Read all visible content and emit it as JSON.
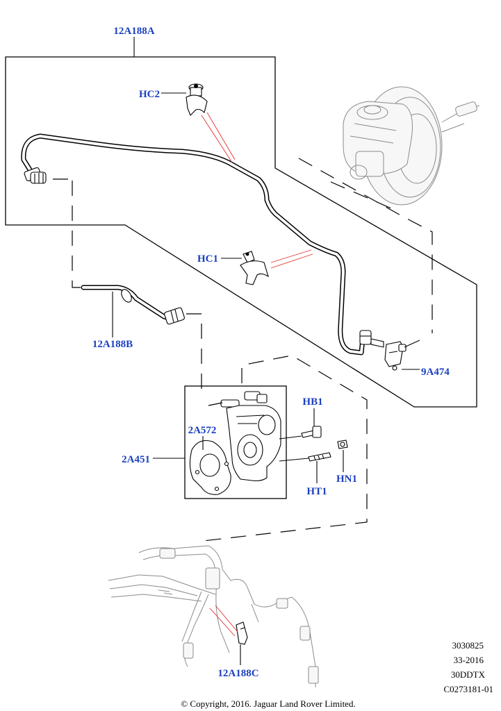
{
  "callouts": {
    "main_hose_assembly": "12A188A",
    "clip_hc2": "HC2",
    "clip_hc1": "HC1",
    "secondary_hose": "12A188B",
    "sensor": "9A474",
    "bolt_hb1": "HB1",
    "gasket": "2A572",
    "vacuum_pump": "2A451",
    "stud_ht1": "HT1",
    "nut_hn1": "HN1",
    "harness_clip": "12A188C"
  },
  "reference": {
    "line1": "3030825",
    "line2": "33-2016",
    "line3": "30DDTX",
    "line4": "C0273181-01"
  },
  "copyright": "© Copyright, 2016. Jaguar Land Rover Limited.",
  "colors": {
    "callout_text": "#1a3fc0",
    "highlight_leader": "#e53030",
    "linework": "#000000",
    "ghost_linework": "#8a8a8a"
  }
}
